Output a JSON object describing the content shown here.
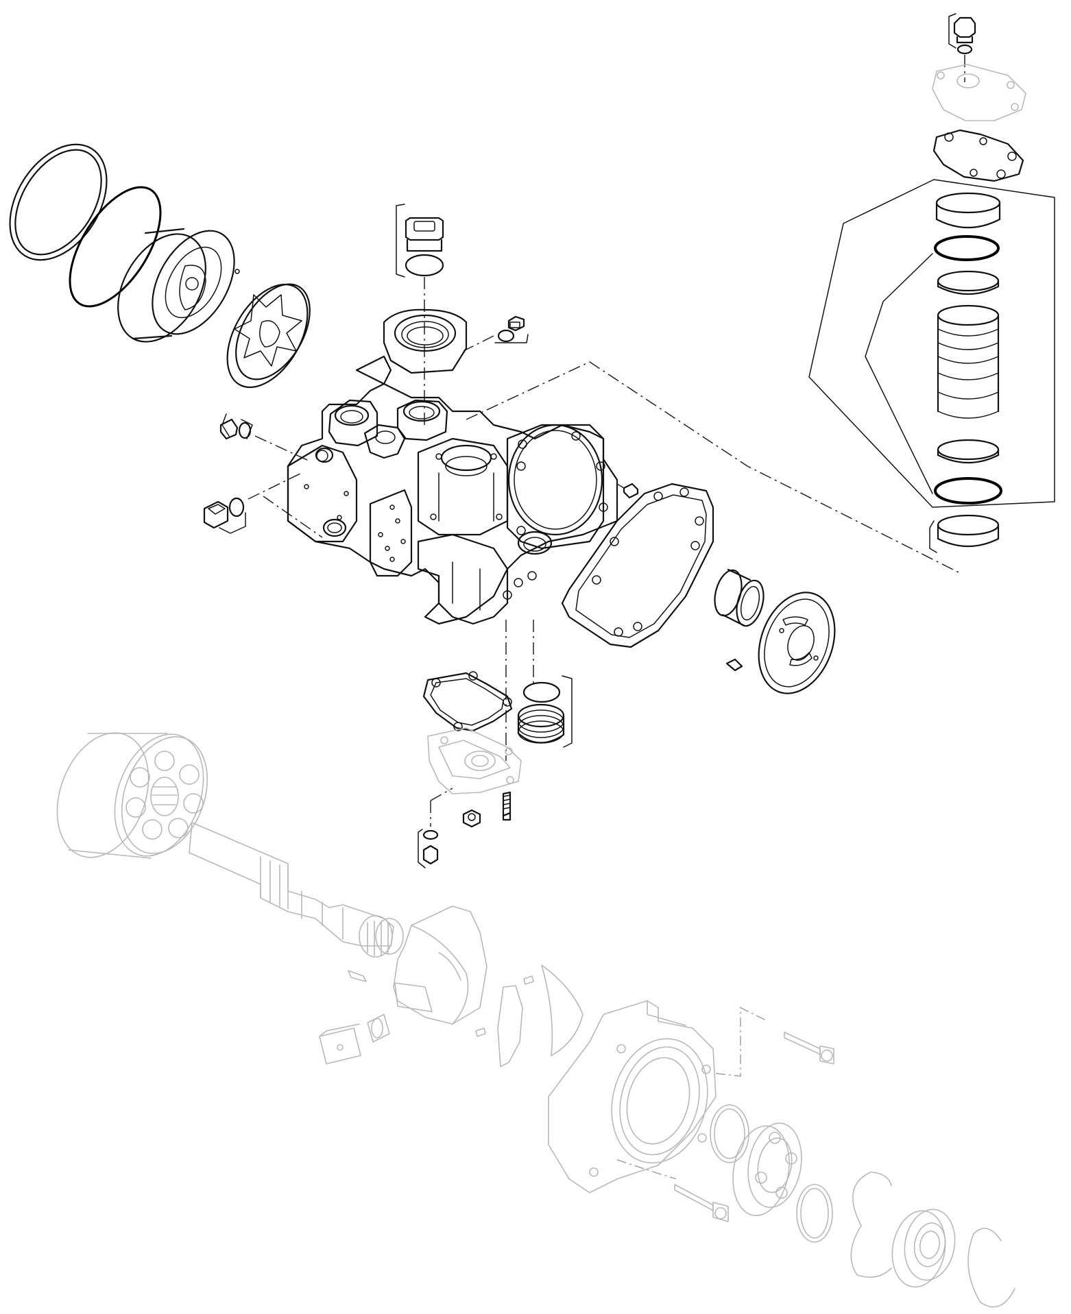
{
  "diagram": {
    "type": "exploded-parts-view",
    "colors": {
      "line": "#111111",
      "faded_line": "#b8b8b8",
      "background": "#ffffff"
    },
    "parts": [
      {
        "name": "retaining-ring-large",
        "style": "dark"
      },
      {
        "name": "o-ring-large",
        "style": "dark"
      },
      {
        "name": "charge-pump-housing",
        "style": "dark"
      },
      {
        "name": "gerotor-set",
        "style": "dark"
      },
      {
        "name": "port-plug-top",
        "style": "dark"
      },
      {
        "name": "plug-small-right",
        "style": "dark"
      },
      {
        "name": "plug-left-upper",
        "style": "dark"
      },
      {
        "name": "plug-left-lower",
        "style": "dark"
      },
      {
        "name": "end-cap-housing",
        "style": "dark"
      },
      {
        "name": "gasket-right",
        "style": "dark"
      },
      {
        "name": "needle-bearing",
        "style": "dark"
      },
      {
        "name": "valve-plate",
        "style": "dark"
      },
      {
        "name": "dowel-pin",
        "style": "dark"
      },
      {
        "name": "gasket-bottom",
        "style": "dark"
      },
      {
        "name": "cover-plate-bottom",
        "style": "faded"
      },
      {
        "name": "plug-with-seal-bottom",
        "style": "dark"
      },
      {
        "name": "cap-screw",
        "style": "dark"
      },
      {
        "name": "nut",
        "style": "dark"
      },
      {
        "name": "plug-bottom-small",
        "style": "dark"
      },
      {
        "name": "valve-cartridge-top-plug",
        "style": "dark"
      },
      {
        "name": "valve-cover-plate",
        "style": "faded"
      },
      {
        "name": "valve-gasket",
        "style": "dark"
      },
      {
        "name": "valve-spool-assembly",
        "style": "dark"
      },
      {
        "name": "cylinder-block",
        "style": "faded"
      },
      {
        "name": "drive-shaft",
        "style": "faded"
      },
      {
        "name": "swashplate",
        "style": "faded"
      },
      {
        "name": "swashplate-bearings",
        "style": "faded"
      },
      {
        "name": "front-housing",
        "style": "faded"
      },
      {
        "name": "shaft-bearing",
        "style": "faded"
      },
      {
        "name": "shaft-seal",
        "style": "faded"
      },
      {
        "name": "snap-rings",
        "style": "faded"
      },
      {
        "name": "housing-bolts",
        "style": "faded"
      }
    ]
  }
}
